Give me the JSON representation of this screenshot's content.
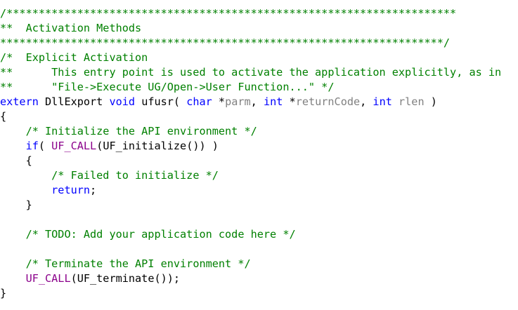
{
  "editor": {
    "lines": [
      [
        {
          "t": "/**********************************************************************",
          "k": "comment"
        }
      ],
      [
        {
          "t": "**  Activation Methods",
          "k": "comment"
        }
      ],
      [
        {
          "t": "*********************************************************************/",
          "k": "comment"
        }
      ],
      [
        {
          "t": "/*  Explicit Activation",
          "k": "comment"
        }
      ],
      [
        {
          "t": "**      This entry point is used to activate the application explicitly, as in",
          "k": "comment"
        }
      ],
      [
        {
          "t": "**      \"File->Execute UG/Open->User Function...\" */",
          "k": "comment"
        }
      ],
      [
        {
          "t": "extern",
          "k": "keyword"
        },
        {
          "t": " DllExport ",
          "k": "plain"
        },
        {
          "t": "void",
          "k": "keyword"
        },
        {
          "t": " ufusr( ",
          "k": "plain"
        },
        {
          "t": "char",
          "k": "keyword"
        },
        {
          "t": " *",
          "k": "plain"
        },
        {
          "t": "parm",
          "k": "param"
        },
        {
          "t": ", ",
          "k": "plain"
        },
        {
          "t": "int",
          "k": "keyword"
        },
        {
          "t": " *",
          "k": "plain"
        },
        {
          "t": "returnCode",
          "k": "param"
        },
        {
          "t": ", ",
          "k": "plain"
        },
        {
          "t": "int",
          "k": "keyword"
        },
        {
          "t": " ",
          "k": "plain"
        },
        {
          "t": "rlen",
          "k": "param"
        },
        {
          "t": " )",
          "k": "plain"
        }
      ],
      [
        {
          "t": "{",
          "k": "plain"
        }
      ],
      [
        {
          "t": "    ",
          "k": "plain"
        },
        {
          "t": "/* Initialize the API environment */",
          "k": "comment"
        }
      ],
      [
        {
          "t": "    ",
          "k": "plain"
        },
        {
          "t": "if",
          "k": "keyword"
        },
        {
          "t": "( ",
          "k": "plain"
        },
        {
          "t": "UF_CALL",
          "k": "macro"
        },
        {
          "t": "(UF_initialize()) )",
          "k": "plain"
        }
      ],
      [
        {
          "t": "    {",
          "k": "plain"
        }
      ],
      [
        {
          "t": "        ",
          "k": "plain"
        },
        {
          "t": "/* Failed to initialize */",
          "k": "comment"
        }
      ],
      [
        {
          "t": "        ",
          "k": "plain"
        },
        {
          "t": "return",
          "k": "keyword"
        },
        {
          "t": ";",
          "k": "plain"
        }
      ],
      [
        {
          "t": "    }",
          "k": "plain"
        }
      ],
      [
        {
          "t": "",
          "k": "plain"
        }
      ],
      [
        {
          "t": "    ",
          "k": "plain"
        },
        {
          "t": "/* TODO: Add your application code here */",
          "k": "comment"
        }
      ],
      [
        {
          "t": "",
          "k": "plain"
        }
      ],
      [
        {
          "t": "    ",
          "k": "plain"
        },
        {
          "t": "/* Terminate the API environment */",
          "k": "comment"
        }
      ],
      [
        {
          "t": "    ",
          "k": "plain"
        },
        {
          "t": "UF_CALL",
          "k": "macro"
        },
        {
          "t": "(UF_terminate());",
          "k": "plain"
        }
      ],
      [
        {
          "t": "}",
          "k": "plain"
        }
      ]
    ],
    "colors": {
      "comment": "#008000",
      "keyword": "#0000ff",
      "param": "#808080",
      "macro": "#8b008b",
      "plain": "#000000"
    }
  }
}
